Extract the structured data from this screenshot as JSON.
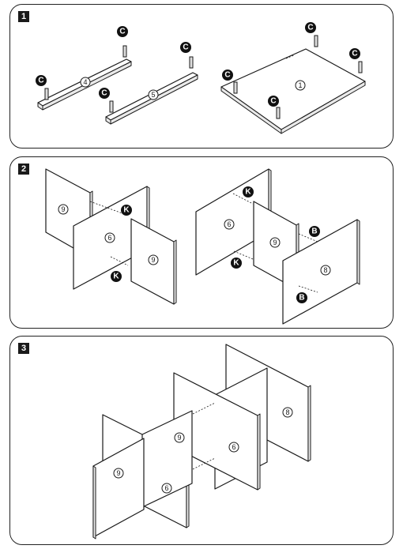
{
  "steps": [
    {
      "number": "1",
      "parts": [
        "4",
        "5",
        "1"
      ],
      "hardware": [
        "C",
        "C",
        "C",
        "C",
        "C",
        "C",
        "C",
        "C"
      ]
    },
    {
      "number": "2",
      "parts": [
        "9",
        "6",
        "9",
        "6",
        "9",
        "8"
      ],
      "hardware": [
        "K",
        "K",
        "K",
        "K",
        "B",
        "B"
      ]
    },
    {
      "number": "3",
      "parts": [
        "9",
        "6",
        "9",
        "6",
        "8"
      ]
    }
  ]
}
